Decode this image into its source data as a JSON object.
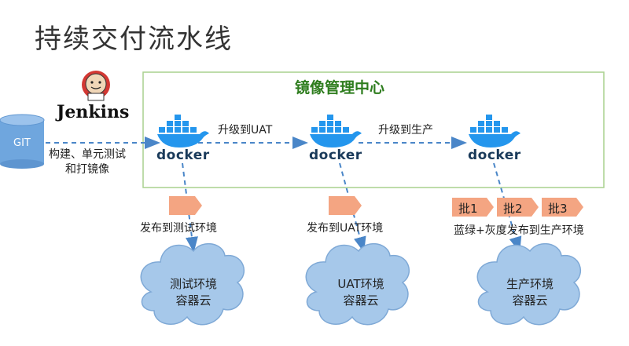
{
  "title": "持续交付流水线",
  "panel": {
    "title": "镜像管理中心"
  },
  "jenkins": {
    "name": "Jenkins",
    "icon": "jenkins-logo-icon"
  },
  "git": {
    "label": "GIT"
  },
  "build_step": {
    "line1": "构建、单元测试",
    "line2": "和打镜像"
  },
  "docker_nodes": [
    {
      "word": "docker",
      "icon": "docker-whale-icon"
    },
    {
      "word": "docker",
      "icon": "docker-whale-icon"
    },
    {
      "word": "docker",
      "icon": "docker-whale-icon"
    }
  ],
  "arrows": {
    "upgrade_uat": "升级到UAT",
    "upgrade_prod": "升级到生产"
  },
  "deploy": {
    "test": "发布到测试环境",
    "uat": "发布到UAT环境",
    "prod": "蓝绿+灰度发布到生产环境"
  },
  "batches": [
    "批1",
    "批2",
    "批3"
  ],
  "clouds": [
    {
      "line1": "测试环境",
      "line2": "容器云"
    },
    {
      "line1": "UAT环境",
      "line2": "容器云"
    },
    {
      "line1": "生产环境",
      "line2": "容器云"
    }
  ],
  "colors": {
    "panel_border": "#a9d18e",
    "panel_title": "#2e7d1e",
    "arrow": "#4a86c8",
    "cloud_fill": "#a6c8ea",
    "cloud_stroke": "#7fa9d6",
    "git_cylinder": "#6fa6de",
    "batch_tag": "#f4a582",
    "docker_whale": "#2496ed"
  }
}
